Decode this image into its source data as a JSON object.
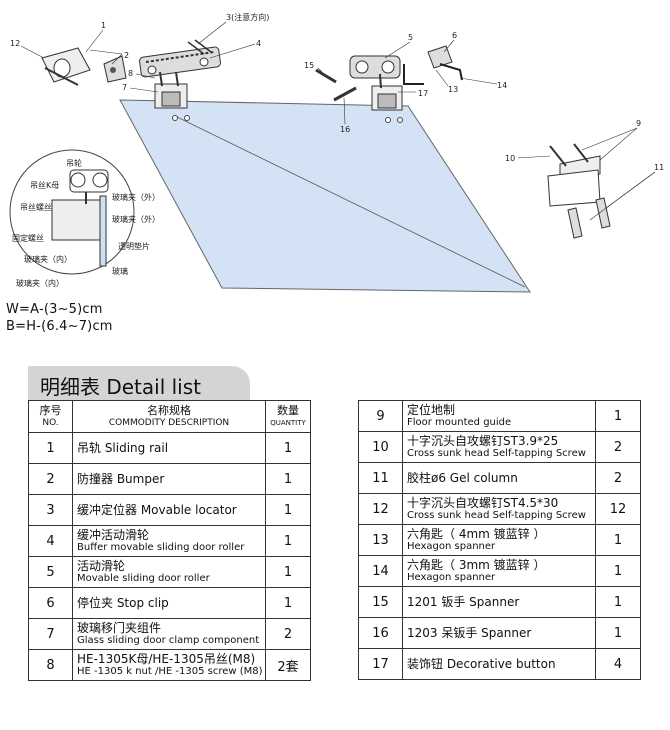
{
  "diagram": {
    "callouts": [
      "1",
      "2",
      "3(注意方向)",
      "4",
      "5",
      "6",
      "7",
      "8",
      "9",
      "10",
      "11",
      "12",
      "13",
      "14",
      "15",
      "16",
      "17"
    ],
    "detail_labels": {
      "roller": "吊轮",
      "k_nut": "吊丝K母",
      "screw": "吊丝螺丝",
      "fix_screw": "固定螺丝",
      "clamp_outer": "玻璃夹（外）",
      "clamp_inner": "玻璃夹（内）",
      "pad": "透明垫片",
      "glass": "玻璃"
    }
  },
  "formulas": {
    "w": "W=A-(3~5)cm",
    "b": "B=H-(6.4~7)cm"
  },
  "detail_title": "明细表 Detail list",
  "header": {
    "no_cn": "序号",
    "no_en": "NO.",
    "desc_cn": "名称规格",
    "desc_en": "COMMODITY DESCRIPTION",
    "qty_cn": "数量",
    "qty_en": "QUANTITY"
  },
  "rows_left": [
    {
      "no": "1",
      "line1": "吊轨  Sliding rail",
      "line2": "",
      "qty": "1"
    },
    {
      "no": "2",
      "line1": "防撞器  Bumper",
      "line2": "",
      "qty": "1"
    },
    {
      "no": "3",
      "line1": "缓冲定位器  Movable locator",
      "line2": "",
      "qty": "1"
    },
    {
      "no": "4",
      "line1": "缓冲活动滑轮",
      "line2": "Buffer movable sliding door roller",
      "qty": "1"
    },
    {
      "no": "5",
      "line1": "活动滑轮",
      "line2": "Movable sliding door roller",
      "qty": "1"
    },
    {
      "no": "6",
      "line1": "停位夹  Stop clip",
      "line2": "",
      "qty": "1"
    },
    {
      "no": "7",
      "line1": "玻璃移门夹组件",
      "line2": "Glass sliding door clamp component",
      "qty": "2"
    },
    {
      "no": "8",
      "line1": "HE-1305K母/HE-1305吊丝(M8)",
      "line2": "HE -1305 k nut /HE -1305 screw (M8)",
      "qty": "2套"
    }
  ],
  "rows_right": [
    {
      "no": "9",
      "line1": "定位地制",
      "line2": "Floor mounted guide",
      "qty": "1"
    },
    {
      "no": "10",
      "line1": "十字沉头自攻螺钉ST3.9*25",
      "line2": "Cross sunk head Self-tapping Screw",
      "qty": "2"
    },
    {
      "no": "11",
      "line1": "胶柱ø6   Gel column",
      "line2": "",
      "qty": "2"
    },
    {
      "no": "12",
      "line1": "十字沉头自攻螺钉ST4.5*30",
      "line2": "Cross sunk head Self-tapping Screw",
      "qty": "12"
    },
    {
      "no": "13",
      "line1": "六角匙（ 4mm 镀蓝锌 ）",
      "line2": "Hexagon spanner",
      "qty": "1"
    },
    {
      "no": "14",
      "line1": "六角匙（ 3mm 镀蓝锌 ）",
      "line2": "Hexagon spanner",
      "qty": "1"
    },
    {
      "no": "15",
      "line1": "1201 钣手      Spanner",
      "line2": "",
      "qty": "1"
    },
    {
      "no": "16",
      "line1": "1203 呆钣手   Spanner",
      "line2": "",
      "qty": "1"
    },
    {
      "no": "17",
      "line1": "装饰钮  Decorative button",
      "line2": "",
      "qty": "4"
    }
  ]
}
